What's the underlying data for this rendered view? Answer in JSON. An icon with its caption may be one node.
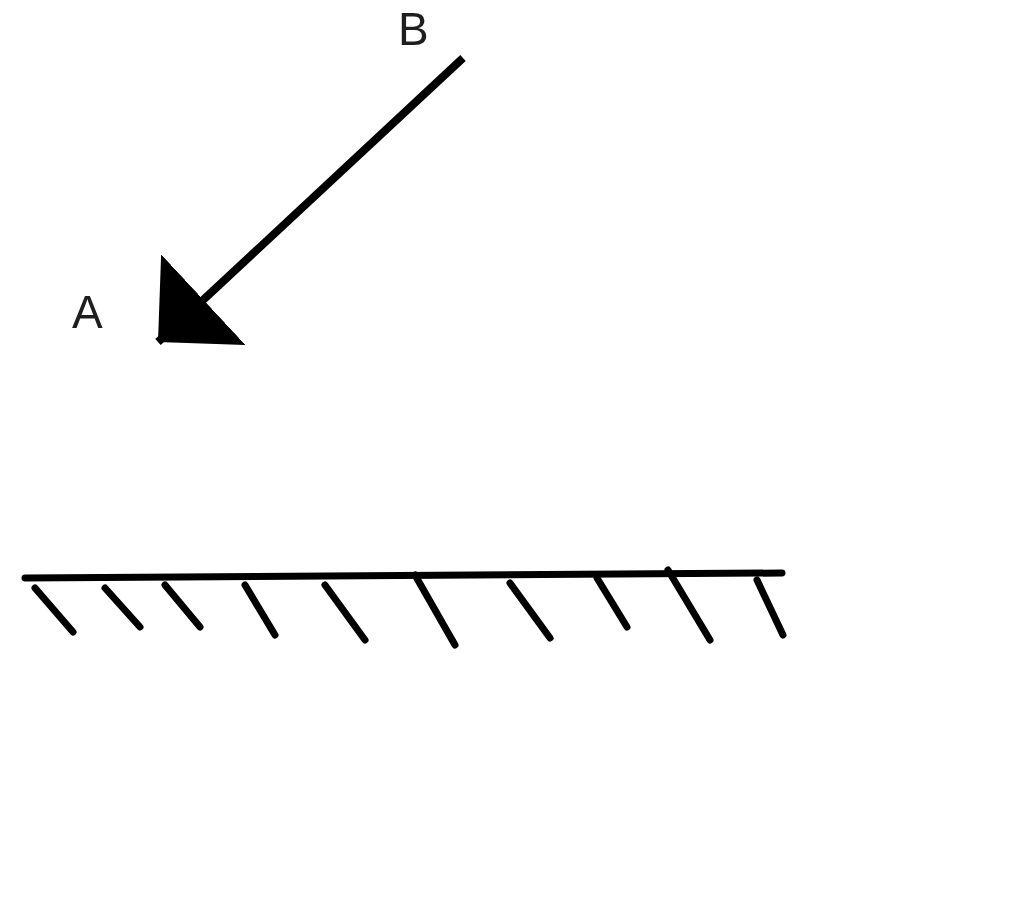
{
  "diagram": {
    "nodes": [
      {
        "text": [
          "B"
        ]
      },
      {
        "text": [
          "A"
        ]
      }
    ],
    "edges": [
      {
        "from": 0,
        "to": 1,
        "arrow": "to"
      }
    ]
  }
}
